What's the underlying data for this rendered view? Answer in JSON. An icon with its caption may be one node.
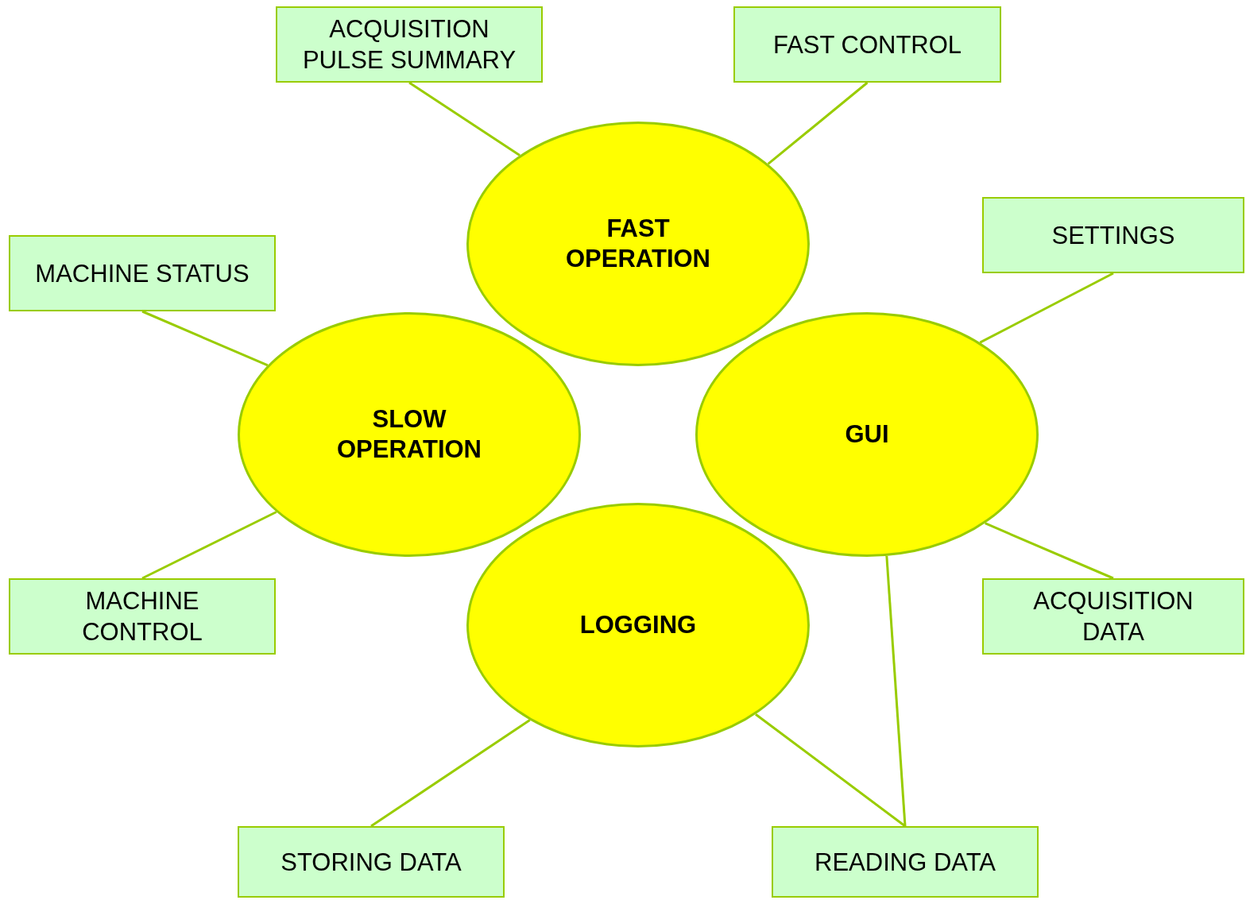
{
  "diagram": {
    "nodes": [
      {
        "text": [
          "ACQUISITION PULSE SUMMARY"
        ]
      },
      {
        "text": [
          "FAST CONTROL"
        ]
      },
      {
        "text": [
          "FAST OPERATION"
        ]
      },
      {
        "text": [
          "SETTINGS"
        ]
      },
      {
        "text": [
          "MACHINE STATUS"
        ]
      },
      {
        "text": [
          "SLOW OPERATION"
        ]
      },
      {
        "text": [
          "GUI"
        ]
      },
      {
        "text": [
          "MACHINE CONTROL"
        ]
      },
      {
        "text": [
          "ACQUISITION DATA"
        ]
      },
      {
        "text": [
          "LOGGING"
        ]
      },
      {
        "text": [
          "STORING DATA"
        ]
      },
      {
        "text": [
          "READING DATA"
        ]
      }
    ],
    "edges": [
      {
        "from": 0,
        "to": 2,
        "arrow": "none"
      },
      {
        "from": 1,
        "to": 2,
        "arrow": "none"
      },
      {
        "from": 3,
        "to": 6,
        "arrow": "none"
      },
      {
        "from": 4,
        "to": 5,
        "arrow": "none"
      },
      {
        "from": 7,
        "to": 5,
        "arrow": "none"
      },
      {
        "from": 8,
        "to": 6,
        "arrow": "none"
      },
      {
        "from": 10,
        "to": 9,
        "arrow": "none"
      },
      {
        "from": 11,
        "to": 9,
        "arrow": "none"
      },
      {
        "from": 11,
        "to": 6,
        "arrow": "none"
      }
    ]
  }
}
